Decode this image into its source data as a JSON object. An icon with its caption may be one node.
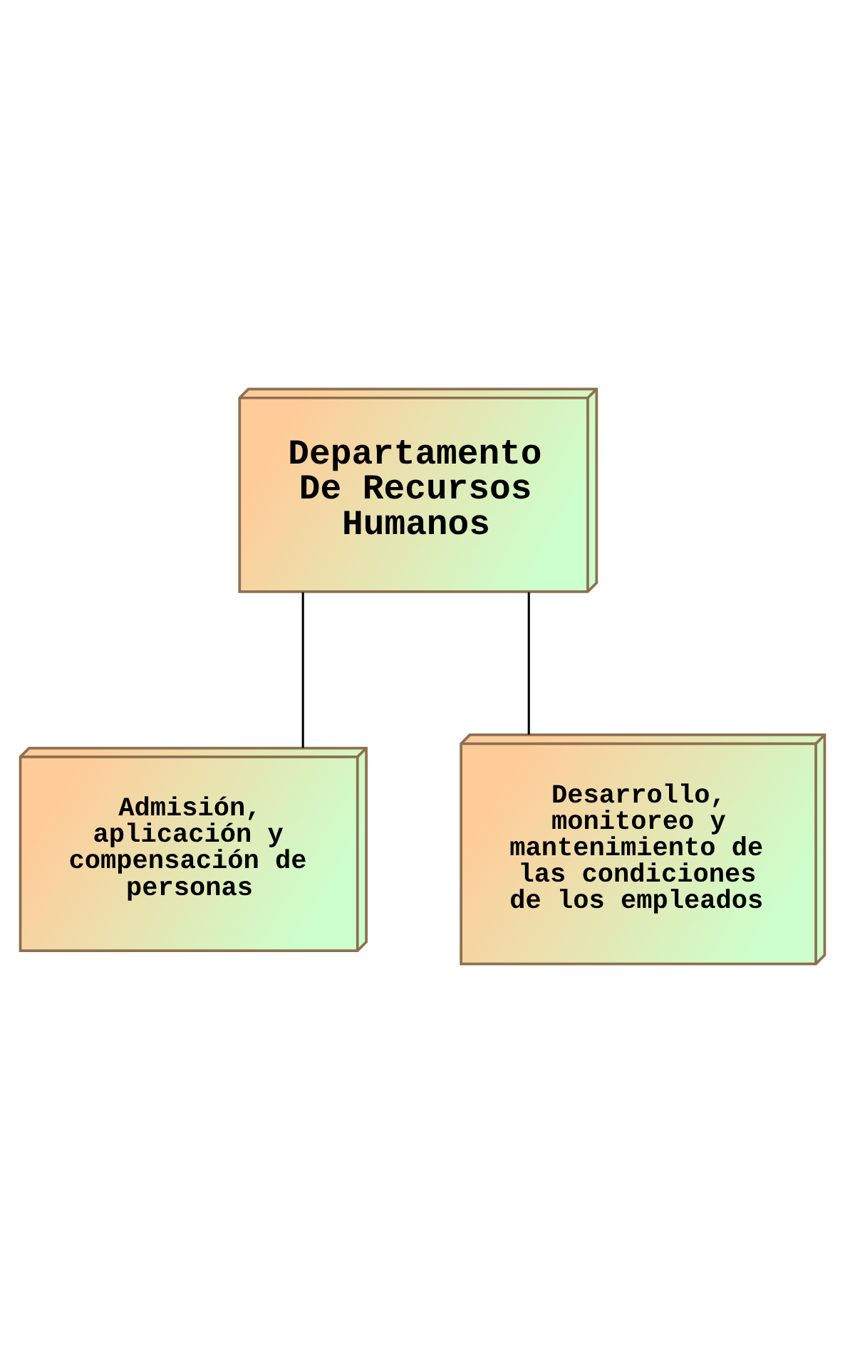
{
  "diagram": {
    "nodes": [
      {
        "text": [
          "Departamento De Recursos Humanos"
        ]
      },
      {
        "text": [
          "Admisión, aplicación y compensación de personas"
        ]
      },
      {
        "text": [
          "Desarrollo, monitoreo y mantenimiento de las condiciones de los empleados"
        ]
      }
    ],
    "edges": [
      {
        "from": 0,
        "to": 1,
        "arrow": "none"
      },
      {
        "from": 0,
        "to": 2,
        "arrow": "none"
      }
    ]
  }
}
